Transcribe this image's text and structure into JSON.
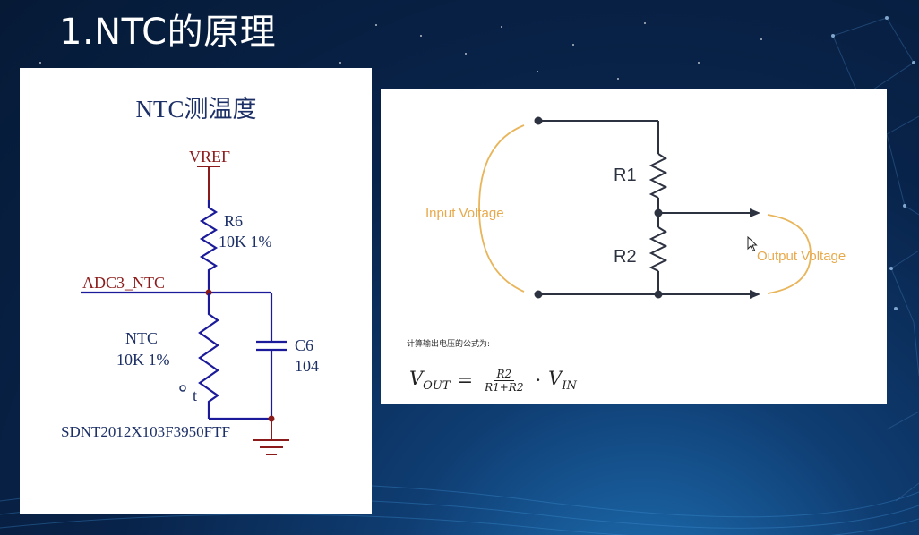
{
  "slide": {
    "title": "1.NTC的原理",
    "colors": {
      "background": "#08234a",
      "wire_blue": "#1a1a9a",
      "dark_red": "#8b1a1a",
      "orange": "#e8b55a"
    }
  },
  "ntc_schematic": {
    "title": "NTC测温度",
    "vref_label": "VREF",
    "r6_name": "R6",
    "r6_value": "10K 1%",
    "net_label": "ADC3_NTC",
    "ntc_name": "NTC",
    "ntc_value": "10K 1%",
    "temp_symbol": "t",
    "c6_name": "C6",
    "c6_value": "104",
    "part_number": "SDNT2012X103F3950FTF"
  },
  "divider": {
    "r1_label": "R1",
    "r2_label": "R2",
    "input_label": "Input Voltage",
    "output_label": "Output Voltage",
    "formula_caption": "计算输出电压的公式为:",
    "formula": {
      "lhs_base": "V",
      "lhs_sub": "OUT",
      "equals": "=",
      "numerator": "R2",
      "denominator": "R1+R2",
      "dot": "·",
      "rhs_base": "V",
      "rhs_sub": "IN"
    }
  },
  "icons": {
    "cursor": "mouse-pointer-icon"
  }
}
